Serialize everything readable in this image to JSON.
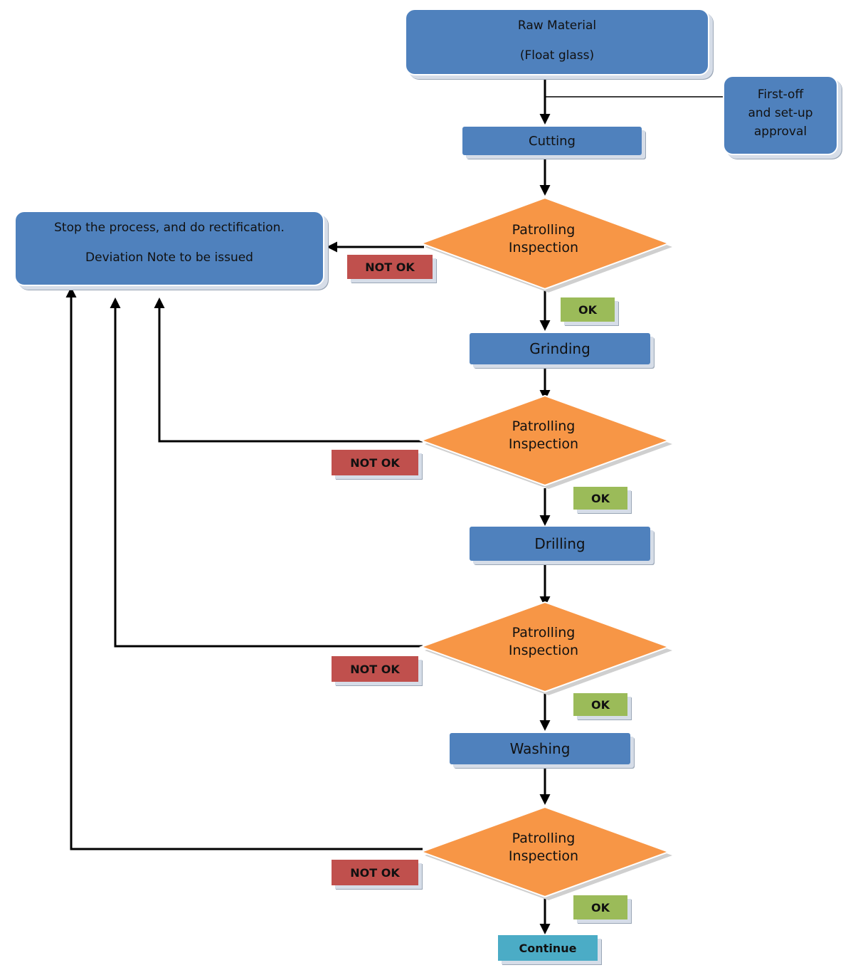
{
  "raw_material": {
    "line1": "Raw Material",
    "line2": "(Float glass)"
  },
  "first_off": {
    "line1": "First-off",
    "line2": "and set-up",
    "line3": "approval"
  },
  "stop_box": {
    "line1": "Stop the process, and do rectification.",
    "line2": "Deviation Note to be issued"
  },
  "steps": {
    "cutting": "Cutting",
    "grinding": "Grinding",
    "drilling": "Drilling",
    "washing": "Washing"
  },
  "inspection": {
    "line1": "Patrolling",
    "line2": "Inspection"
  },
  "labels": {
    "not_ok": "NOT OK",
    "ok": "OK",
    "continue": "Continue"
  },
  "colors": {
    "process_box": "#4f81bd",
    "decision": "#f79646",
    "not_ok": "#c0504d",
    "ok": "#9bbb59",
    "continue": "#4bacc6"
  }
}
